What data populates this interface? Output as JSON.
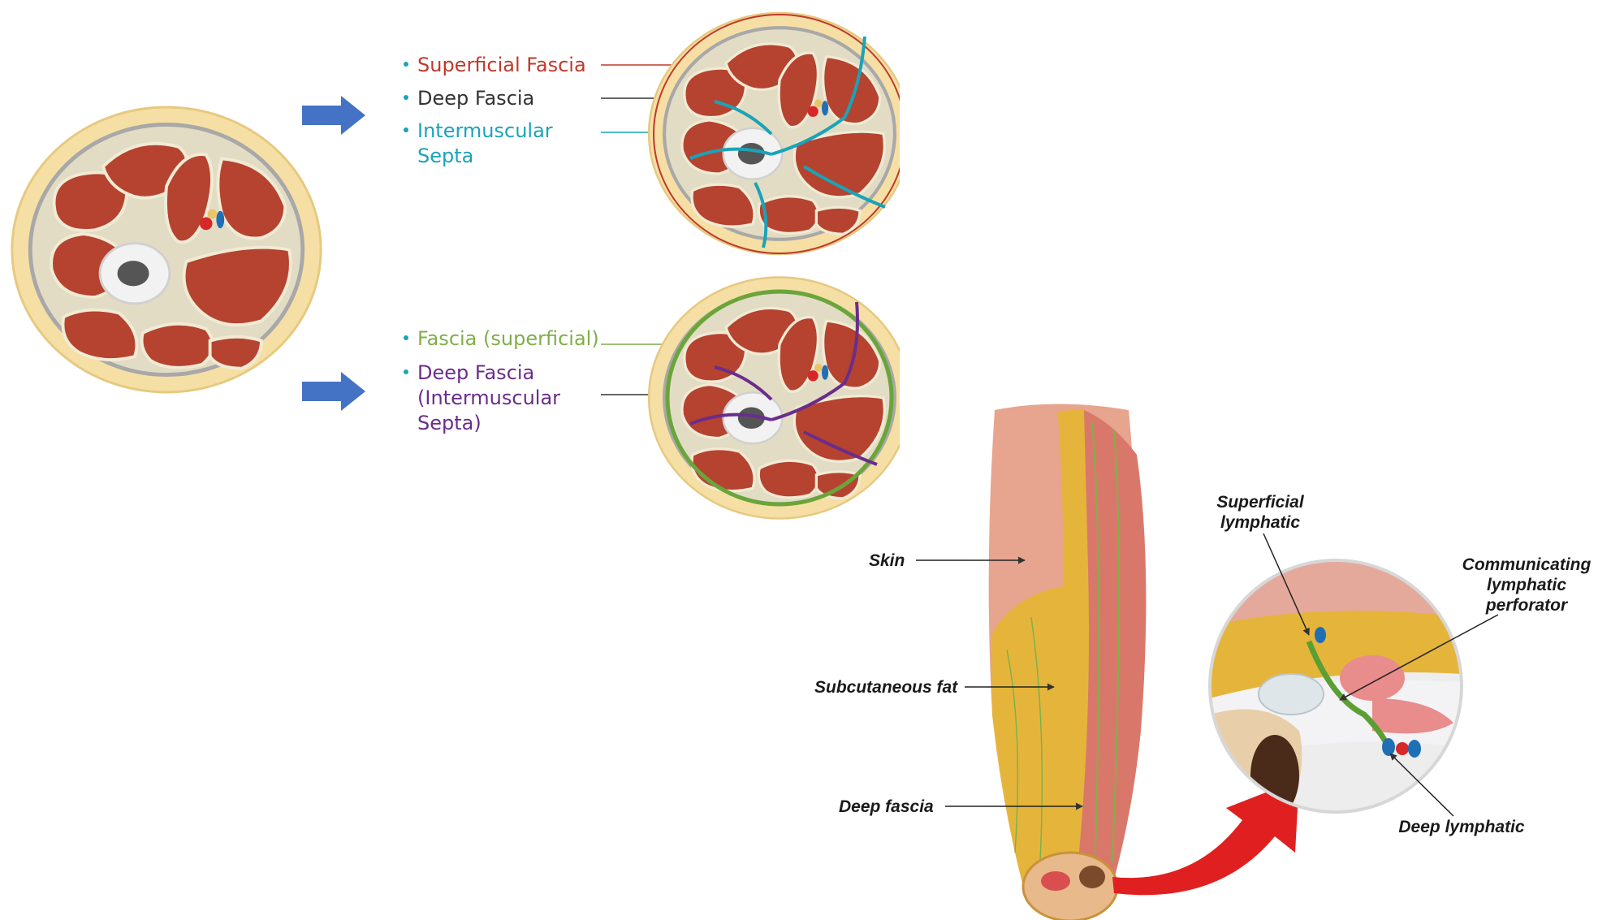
{
  "top_legend": [
    {
      "text": "Superficial Fascia",
      "color": "#c0392b"
    },
    {
      "text": "Deep Fascia",
      "color": "#333333"
    },
    {
      "text": "Intermuscular",
      "color": "#1aa3b8"
    },
    {
      "text": "Septa",
      "color": "#1aa3b8"
    }
  ],
  "bottom_legend": [
    {
      "text": "Fascia (superficial)",
      "color": "#7fae48"
    },
    {
      "text": "Deep Fascia",
      "color": "#6a2d8c"
    },
    {
      "text": "(Intermuscular",
      "color": "#6a2d8c"
    },
    {
      "text": "Septa)",
      "color": "#6a2d8c"
    }
  ],
  "limb_labels": {
    "skin": "Skin",
    "subcutaneous_fat": "Subcutaneous fat",
    "deep_fascia": "Deep fascia"
  },
  "inset_labels": {
    "superficial_1": "Superficial",
    "superficial_2": "lymphatic",
    "communicating_1": "Communicating",
    "communicating_2": "lymphatic",
    "communicating_3": "perforator",
    "deep": "Deep lymphatic"
  },
  "colors": {
    "muscle": "#b5432f",
    "fat": "#f6dfa4",
    "fascia_grey": "#a8a8a8",
    "septa_teal": "#1aa3b8",
    "fascia_green": "#6aa53a",
    "septa_purple": "#6a2d8c",
    "arrow_blue": "#4472c4",
    "arrow_red": "#e02020"
  }
}
